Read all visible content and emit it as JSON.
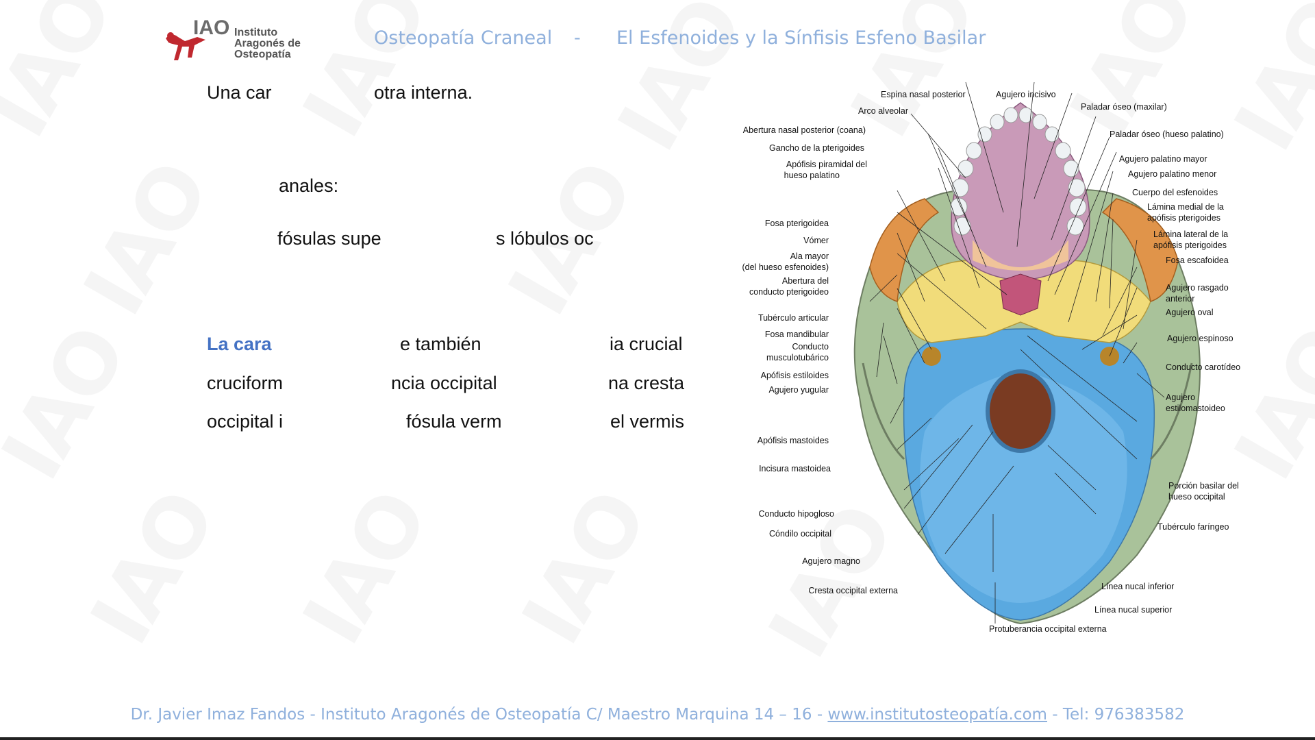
{
  "header": {
    "logo": {
      "acronym": "IAO",
      "line1": "Instituto",
      "line2": "Aragonés de",
      "line3": "Osteopatía"
    },
    "title_left": "Osteopatía Craneal",
    "title_sep": "-",
    "title_right": "El Esfenoides y la Sínfisis Esfeno Basilar"
  },
  "body_text": {
    "line1_a": "Una car",
    "line1_b": "otra interna.",
    "line2": "anales:",
    "line3_a": "fósulas supe",
    "line3_b": "s lóbulos oc",
    "p1_a": "La cara",
    "p1_b": "e también",
    "p1_c": "ia crucial",
    "p2_a": "cruciform",
    "p2_b": "ncia occipital",
    "p2_c": "na cresta",
    "p3_a": "occipital i",
    "p3_b": "fósula verm",
    "p3_c": "el vermis"
  },
  "figure": {
    "labels_left": [
      "Arco alveolar",
      "Abertura nasal posterior (coana)",
      "Gancho de la pterigoides",
      "Apófisis piramidal del",
      "hueso palatino",
      "Fosa pterigoidea",
      "Vómer",
      "Ala mayor",
      "(del hueso esfenoides)",
      "Abertura del",
      "conducto pterigoideo",
      "Tubérculo articular",
      "Fosa mandibular",
      "Conducto",
      "musculotubárico",
      "Apófisis estiloides",
      "Agujero yugular",
      "Apófisis mastoides",
      "Incisura mastoidea",
      "Conducto hipogloso",
      "Cóndilo occipital",
      "Agujero magno",
      "Cresta occipital externa"
    ],
    "labels_top": [
      "Espina nasal posterior",
      "Agujero incisivo"
    ],
    "labels_right": [
      "Paladar óseo (maxilar)",
      "Paladar óseo (hueso palatino)",
      "Agujero palatino mayor",
      "Agujero palatino menor",
      "Cuerpo del esfenoides",
      "Lámina medial de la",
      "apófisis pterigoides",
      "Lámina lateral de la",
      "apófisis pterigoides",
      "Fosa escafoidea",
      "Agujero rasgado",
      "anterior",
      "Agujero oval",
      "Agujero espinoso",
      "Conducto carotídeo",
      "Agujero",
      "estilomastoideo",
      "Porción basilar del",
      "hueso occipital",
      "Tubérculo faríngeo",
      "Línea nucal inferior",
      "Línea nucal superior"
    ],
    "label_bottom": "Protuberancia occipital externa"
  },
  "footer": {
    "text_before": "Dr. Javier Imaz Fandos - Instituto Aragonés de Osteopatía C/ Maestro Marquina 14 – 16  - ",
    "link": "www.institutosteopatía.com",
    "text_after": " - Tel: 976383582"
  },
  "colors": {
    "title_blue": "#8fb0dc",
    "heading_blue": "#4472c4",
    "occipital_blue": "#5aa9e0",
    "sphenoid_yellow": "#f1dc7a",
    "temporal_green": "#a9c29a",
    "palate_pink": "#c99ab8",
    "zygomatic_orange": "#e0944a"
  }
}
